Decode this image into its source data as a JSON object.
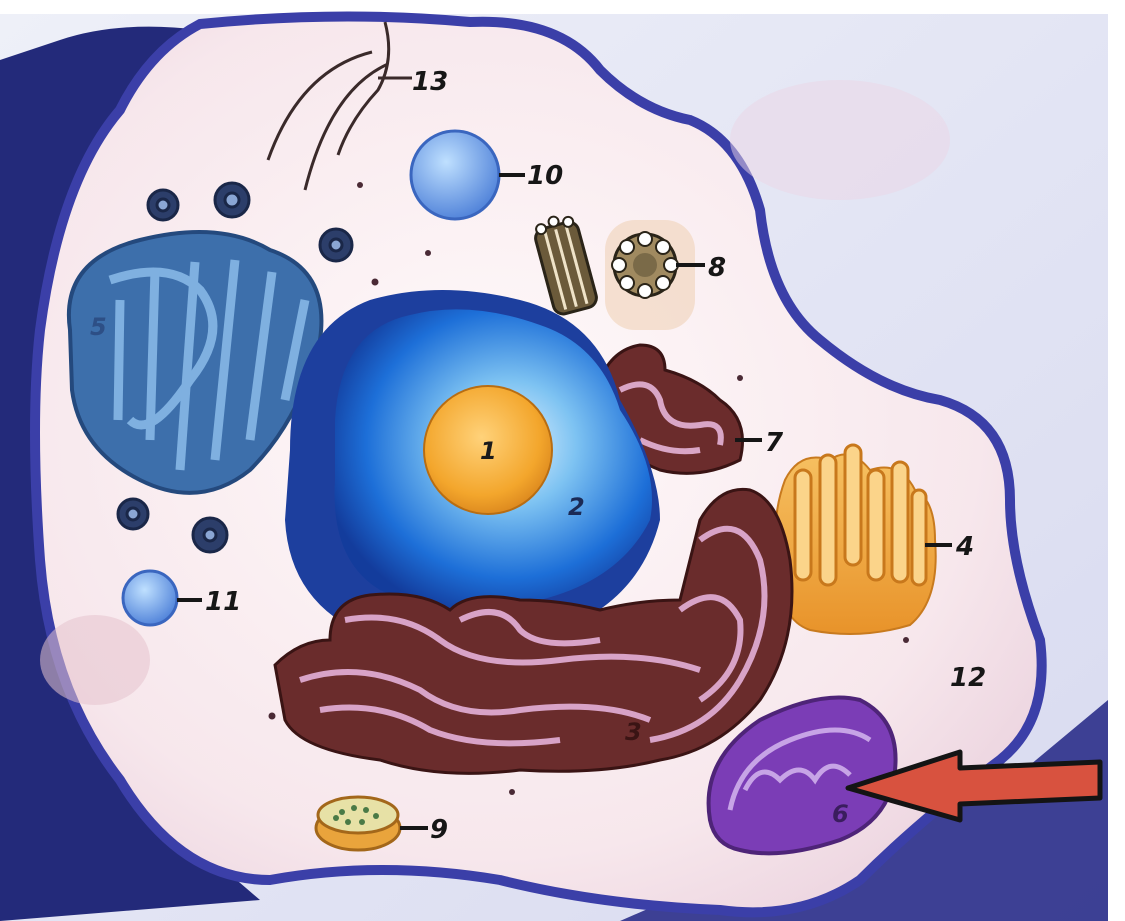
{
  "labels": {
    "nucleolus": "1",
    "nucleus": "2",
    "rough_er": "3",
    "smooth_er": "4",
    "golgi": "5",
    "mitochondrion": "6",
    "rough_er_small": "7",
    "centrioles": "8",
    "lysosome": "9",
    "vesicle": "10",
    "small_vesicle": "11",
    "cytoplasm": "12",
    "cytoskeleton": "13"
  },
  "colors": {
    "cytoplasm": "#f6e6ea",
    "membrane": "#3b3fa8",
    "nucleus": "#1c5fcf",
    "nucleolus": "#f2a42a",
    "golgi": "#2f5d9a",
    "rough_er": "#6a2c2c",
    "er_lumen": "#d8a3c7",
    "smooth_er": "#f3b24c",
    "mitochondrion": "#7a3fb6",
    "arrow": "#d8523f"
  },
  "pointer": {
    "target": "mitochondrion",
    "icon": "arrow-left-icon"
  }
}
